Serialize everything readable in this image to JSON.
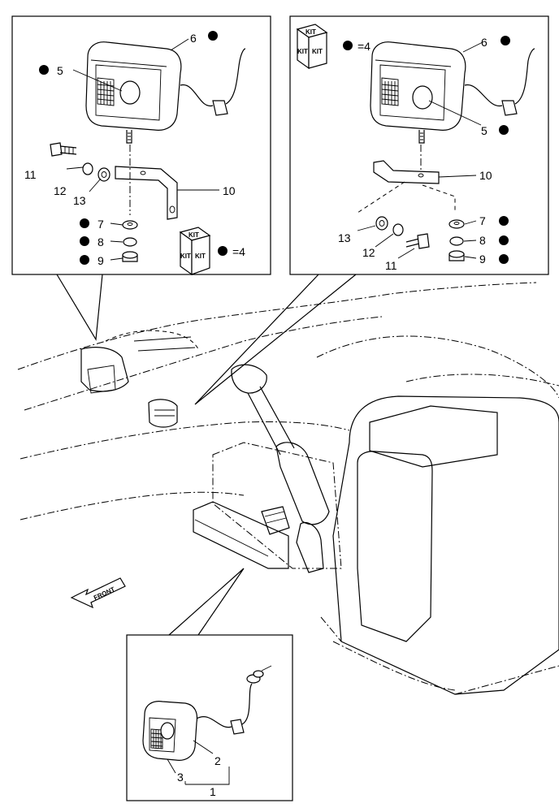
{
  "labels": {
    "left": {
      "n6": "6",
      "n5": "5",
      "n11": "11",
      "n12": "12",
      "n13": "13",
      "n10": "10",
      "n7": "7",
      "n8": "8",
      "n9": "9",
      "qty": "=4"
    },
    "right": {
      "n6": "6",
      "n5": "5",
      "n10": "10",
      "n13": "13",
      "n12": "12",
      "n11": "11",
      "n7": "7",
      "n8": "8",
      "n9": "9",
      "qty": "=4"
    },
    "bottom": {
      "n2": "2",
      "n3": "3",
      "n1": "1"
    }
  },
  "kit_text": "KIT",
  "front_text": "FRONT"
}
